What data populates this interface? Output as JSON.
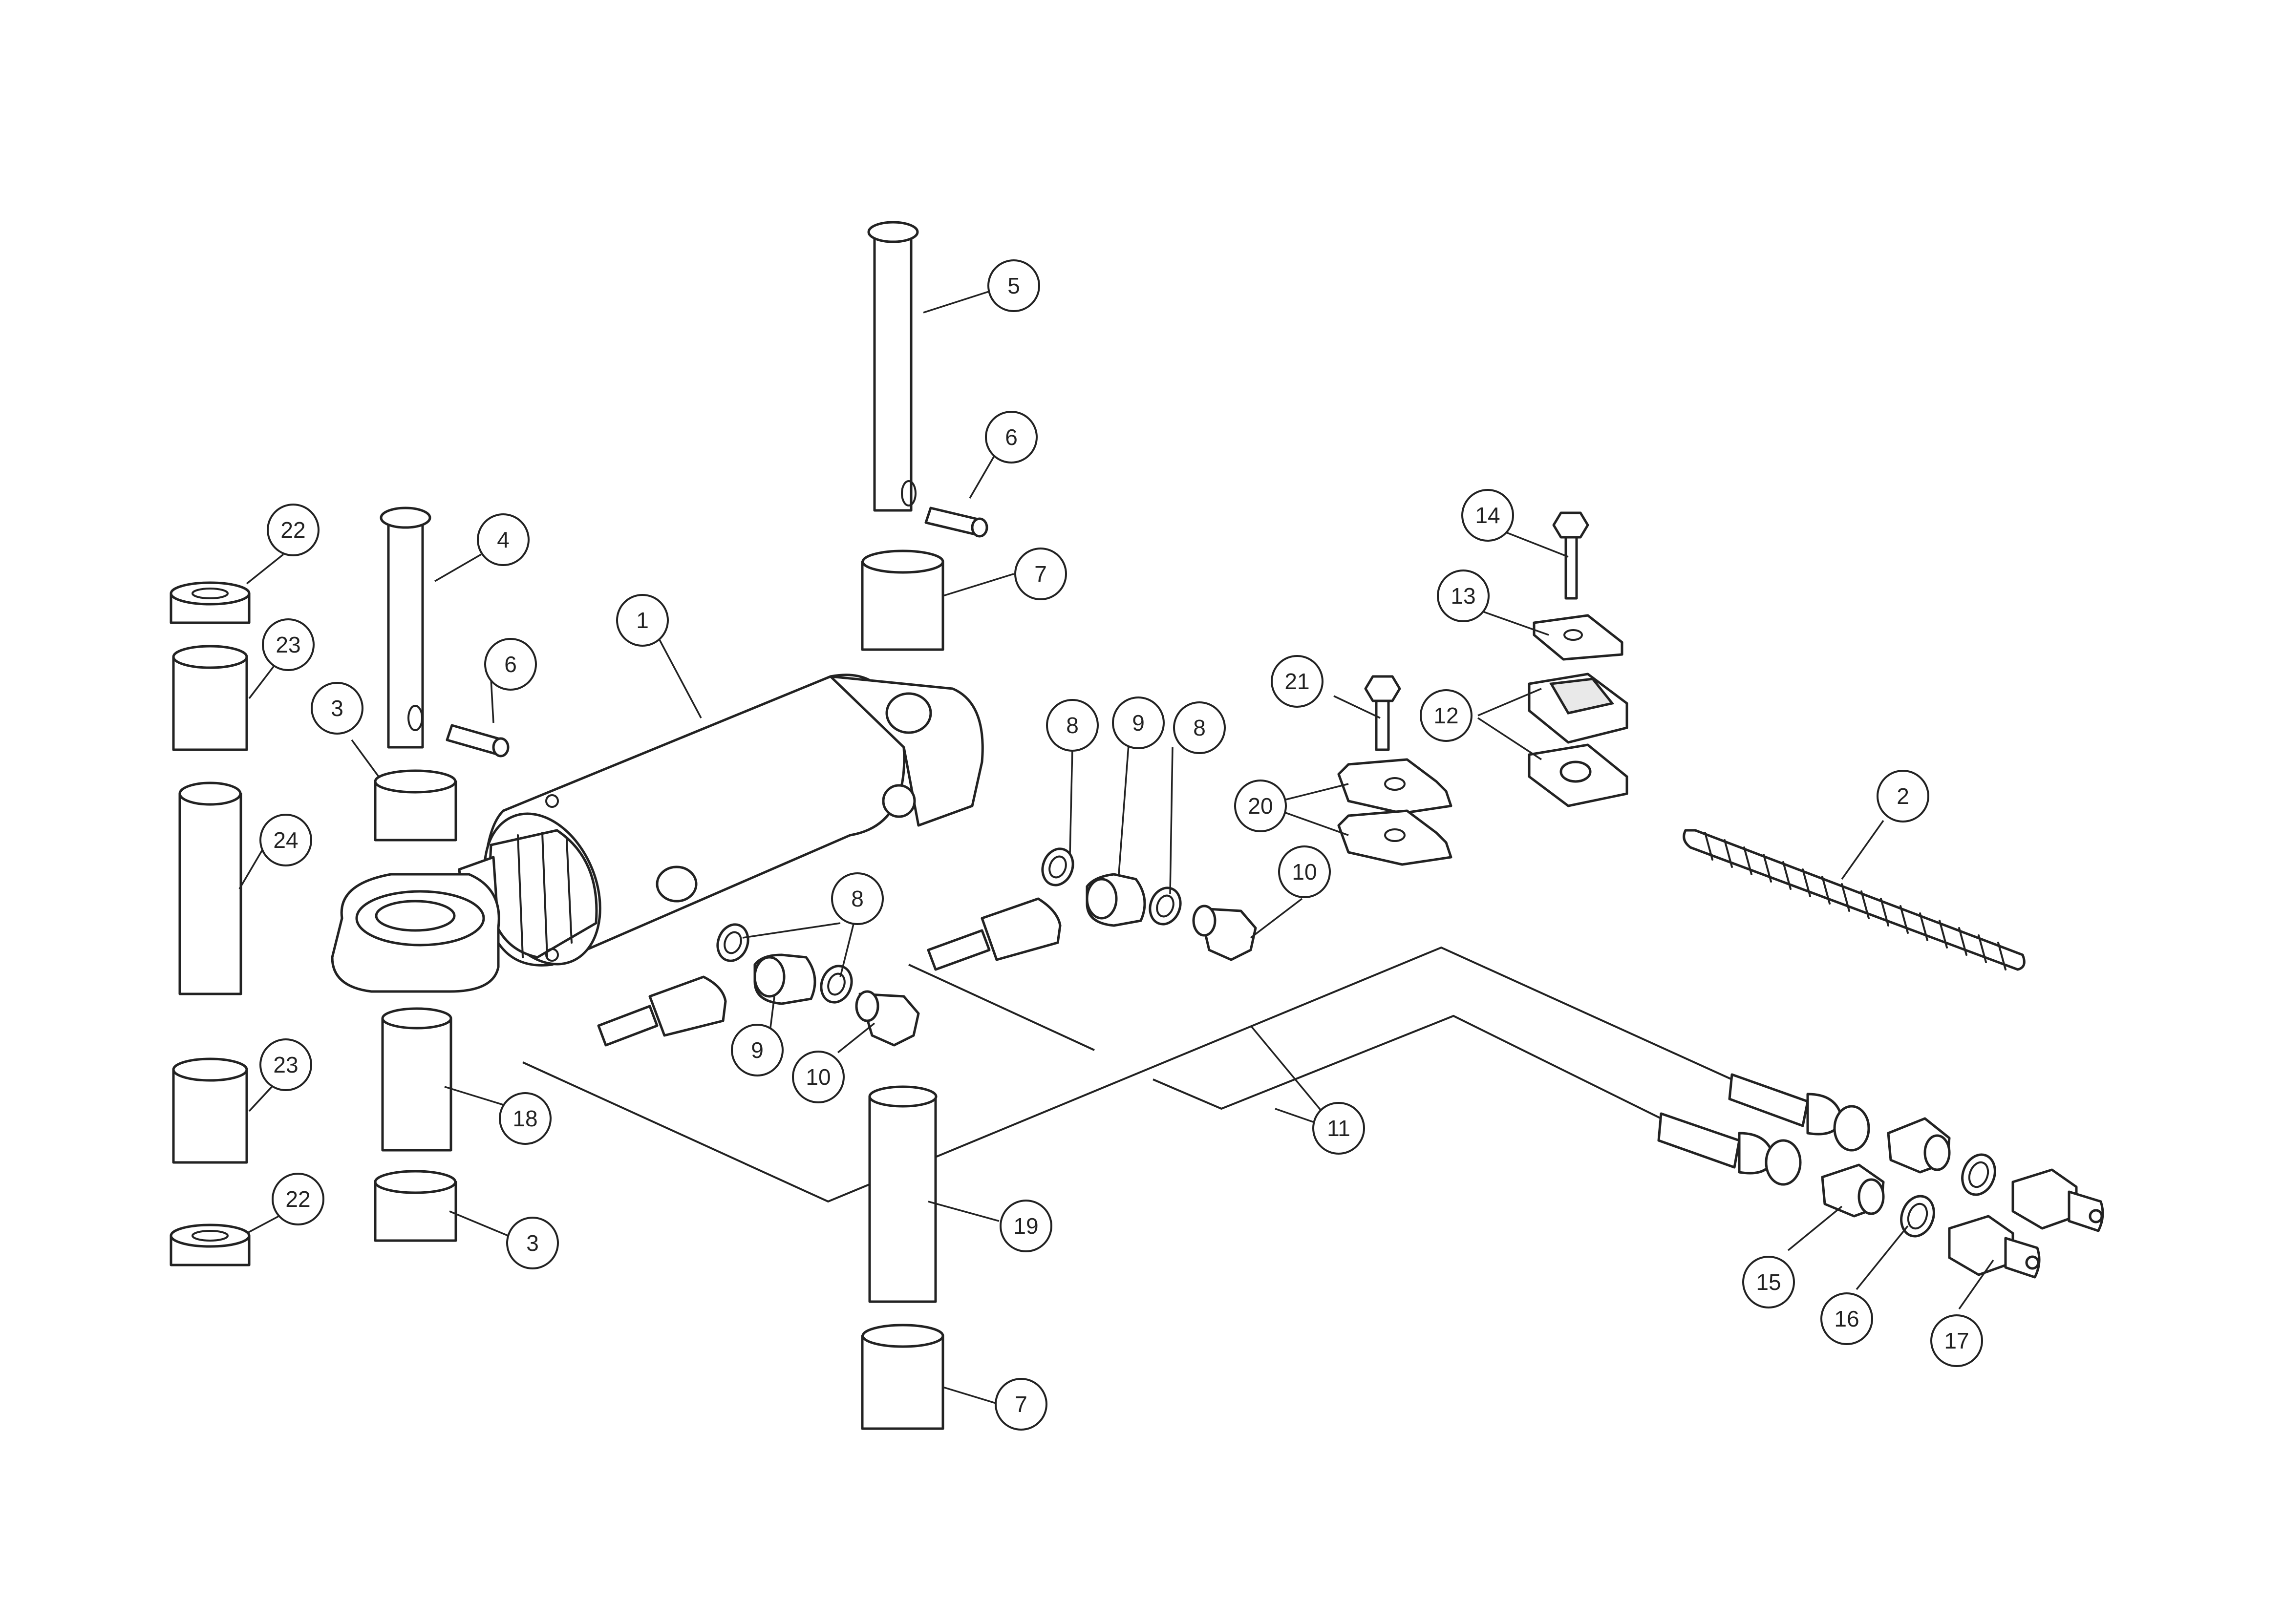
{
  "callouts": [
    {
      "id": "c1",
      "label": "1"
    },
    {
      "id": "c2",
      "label": "2"
    },
    {
      "id": "c3a",
      "label": "3"
    },
    {
      "id": "c3b",
      "label": "3"
    },
    {
      "id": "c4",
      "label": "4"
    },
    {
      "id": "c5",
      "label": "5"
    },
    {
      "id": "c6a",
      "label": "6"
    },
    {
      "id": "c6b",
      "label": "6"
    },
    {
      "id": "c7a",
      "label": "7"
    },
    {
      "id": "c7b",
      "label": "7"
    },
    {
      "id": "c8a",
      "label": "8"
    },
    {
      "id": "c8b",
      "label": "8"
    },
    {
      "id": "c8c",
      "label": "8"
    },
    {
      "id": "c9a",
      "label": "9"
    },
    {
      "id": "c9b",
      "label": "9"
    },
    {
      "id": "c10a",
      "label": "10"
    },
    {
      "id": "c10b",
      "label": "10"
    },
    {
      "id": "c11",
      "label": "11"
    },
    {
      "id": "c12",
      "label": "12"
    },
    {
      "id": "c13",
      "label": "13"
    },
    {
      "id": "c14",
      "label": "14"
    },
    {
      "id": "c15",
      "label": "15"
    },
    {
      "id": "c16",
      "label": "16"
    },
    {
      "id": "c17",
      "label": "17"
    },
    {
      "id": "c18",
      "label": "18"
    },
    {
      "id": "c19",
      "label": "19"
    },
    {
      "id": "c20",
      "label": "20"
    },
    {
      "id": "c21",
      "label": "21"
    },
    {
      "id": "c22a",
      "label": "22"
    },
    {
      "id": "c22b",
      "label": "22"
    },
    {
      "id": "c23a",
      "label": "23"
    },
    {
      "id": "c23b",
      "label": "23"
    },
    {
      "id": "c24",
      "label": "24"
    }
  ]
}
